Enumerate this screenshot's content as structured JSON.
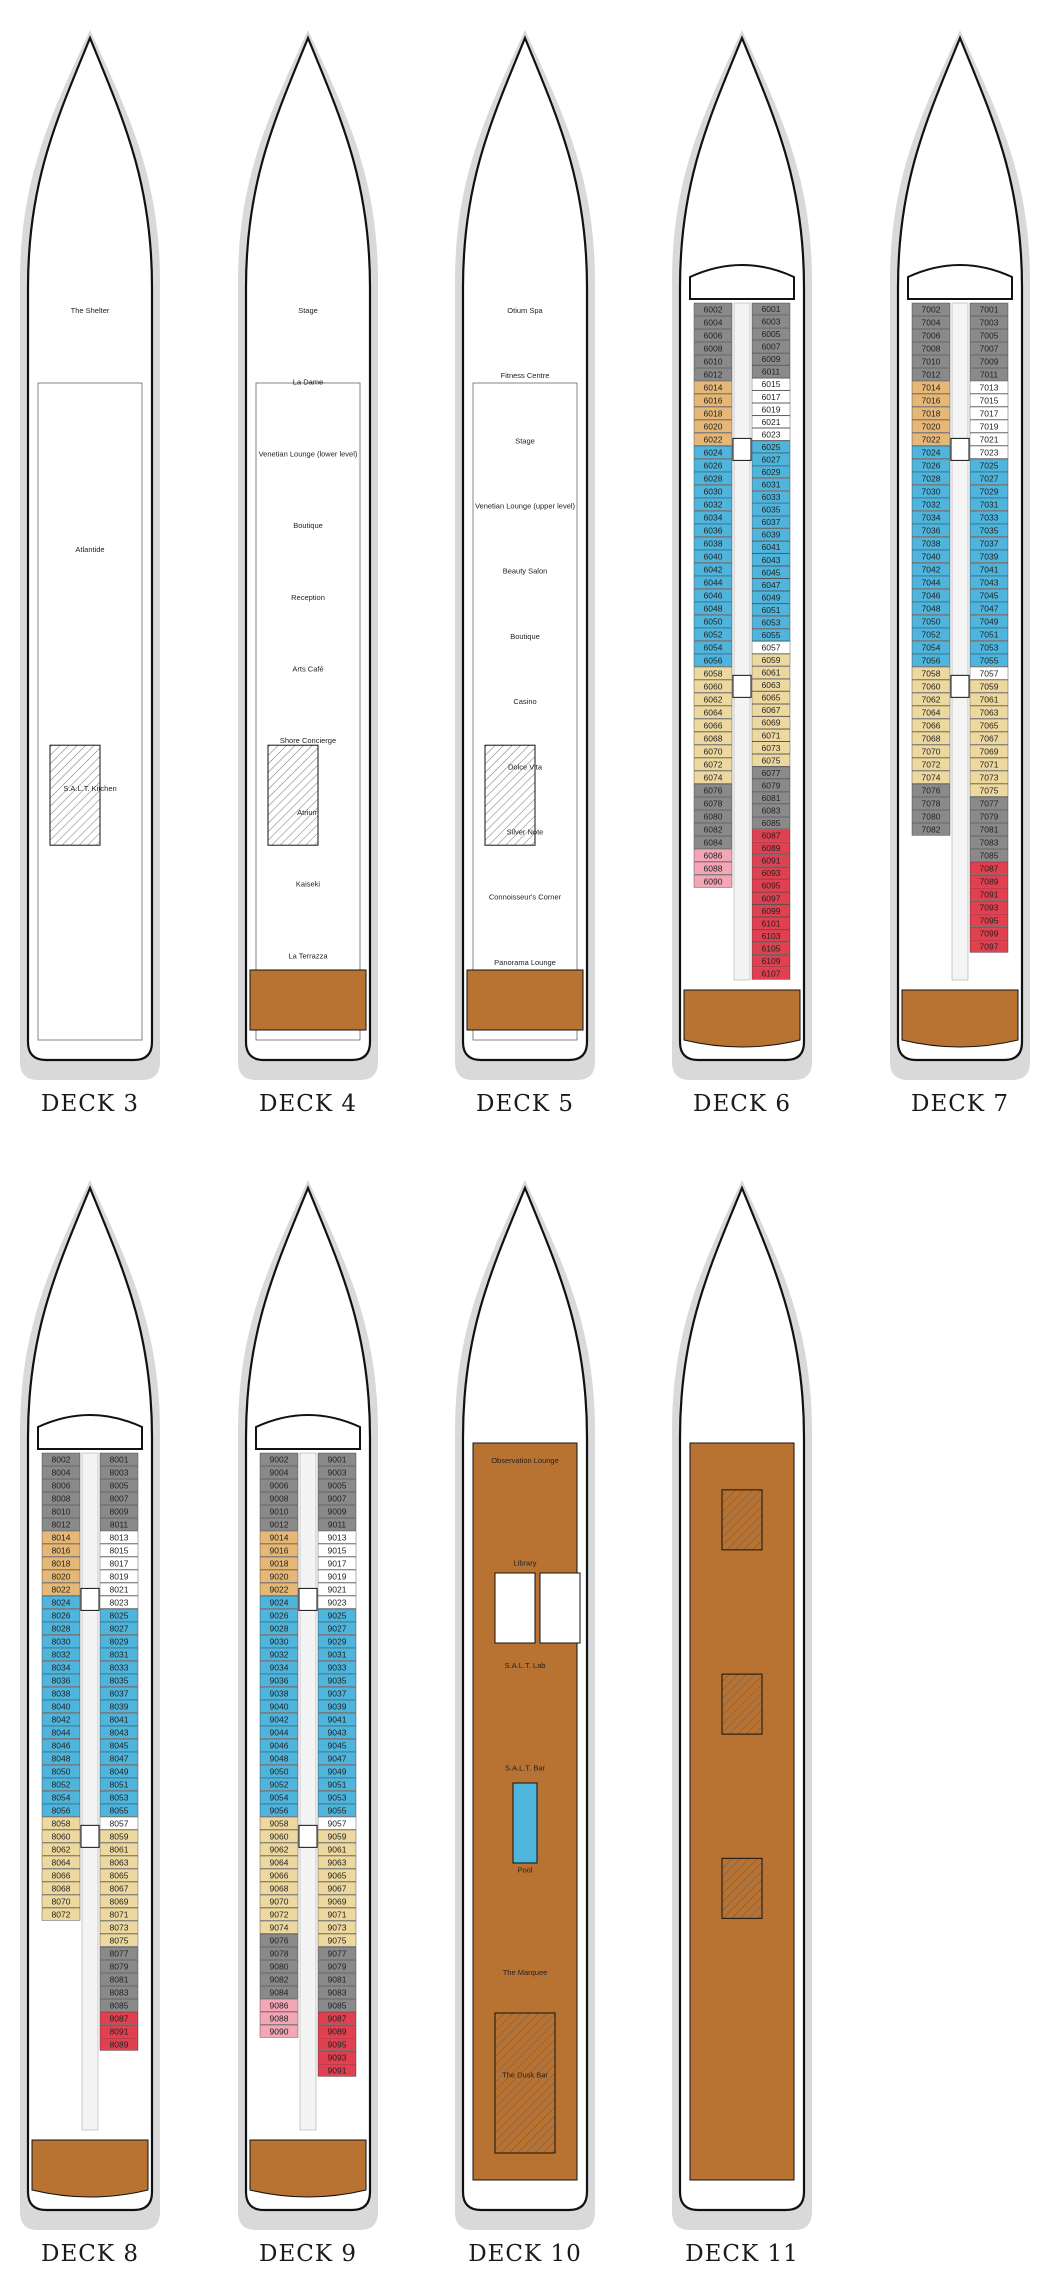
{
  "colors": {
    "hull_shadow": "#d9d9d9",
    "outline": "#111111",
    "wood_deck": "#8a4a1e",
    "deck_floor": "#b87333",
    "veranda_suite": "#e6b877",
    "vista_suite": "#4fb5dc",
    "classic_veranda": "#ffffff",
    "silver_suite": "#8a8a8a",
    "medallion_suite": "#edd9a0",
    "superior_veranda": "#c7e39c",
    "deluxe_veranda": "#c9c0dc",
    "owners_suite": "#e04050",
    "royal_suite": "#f2a6b6",
    "grand_suite": "#3ab39b",
    "green_suite": "#6b7a4a",
    "service": "#cfe3f0"
  },
  "decks": [
    {
      "label": "DECK 3",
      "venues": [
        "The Shelter",
        "Atlantide",
        "S.A.L.T. Kitchen"
      ],
      "cabins": []
    },
    {
      "label": "DECK 4",
      "venues": [
        "Stage",
        "La Dame",
        "Venetian Lounge (lower level)",
        "Boutique",
        "Reception",
        "Arts Café",
        "Shore Concierge",
        "Atrium",
        "Kaiseki",
        "La Terrazza"
      ],
      "cabins": []
    },
    {
      "label": "DECK 5",
      "venues": [
        "Otium Spa",
        "Fitness Centre",
        "Stage",
        "Venetian Lounge (upper level)",
        "Beauty Salon",
        "Boutique",
        "Casino",
        "Dolce Vita",
        "Silver Note",
        "Connoisseur's Corner",
        "Panorama Lounge"
      ],
      "cabins": []
    },
    {
      "label": "DECK 6",
      "venues": [],
      "cabins": [
        "6002",
        "6001",
        "6004",
        "6003",
        "6006",
        "6005",
        "6008",
        "6007",
        "6010",
        "6009",
        "6012",
        "6011",
        "6015",
        "6017",
        "6019",
        "6014",
        "6021",
        "6016",
        "6023",
        "6018",
        "6025",
        "6027",
        "6029",
        "6020",
        "6031",
        "6033",
        "6022",
        "6035",
        "6037",
        "6039",
        "6041",
        "6043",
        "6024",
        "6045",
        "6026",
        "6047",
        "6028",
        "6049",
        "6030",
        "6051",
        "6032",
        "6053",
        "6034",
        "6055",
        "6036",
        "6057",
        "6038",
        "6059",
        "6040",
        "6061",
        "6042",
        "6063",
        "6044",
        "6065",
        "6046",
        "6067",
        "6048",
        "6069",
        "6050",
        "6071",
        "6052",
        "6073",
        "6054",
        "6075",
        "6056",
        "6077",
        "6079",
        "6081",
        "6083",
        "6085",
        "6058",
        "6087",
        "6060",
        "6089",
        "6062",
        "6091",
        "6064",
        "6093",
        "6066",
        "6095",
        "6068",
        "6097",
        "6070",
        "6099",
        "6072",
        "6101",
        "6103",
        "6074",
        "6105",
        "6076",
        "6078",
        "6080",
        "6082",
        "6084",
        "6086",
        "6088",
        "6090",
        "6109",
        "6107"
      ]
    },
    {
      "label": "DECK 7",
      "venues": [],
      "cabins": [
        "7002",
        "7001",
        "7004",
        "7003",
        "7006",
        "7005",
        "7008",
        "7007",
        "7009",
        "7011",
        "7013",
        "7010",
        "7015",
        "7012",
        "7017",
        "7019",
        "7014",
        "7021",
        "7016",
        "7023",
        "7018",
        "7025",
        "7027",
        "7029",
        "7031",
        "7033",
        "7020",
        "7035",
        "7022",
        "7037",
        "7024",
        "7039",
        "7026",
        "7041",
        "7028",
        "7043",
        "7030",
        "7045",
        "7032",
        "7047",
        "7034",
        "7049",
        "7036",
        "7051",
        "7038",
        "7053",
        "7040",
        "7055",
        "7042",
        "7057",
        "7044",
        "7059",
        "7046",
        "7061",
        "7048",
        "7063",
        "7050",
        "7065",
        "7067",
        "7069",
        "7071",
        "7073",
        "7075",
        "7052",
        "7077",
        "7054",
        "7079",
        "7056",
        "7081",
        "7058",
        "7083",
        "7060",
        "7085",
        "7062",
        "7087",
        "7064",
        "7089",
        "7066",
        "7091",
        "7093",
        "7068",
        "7095",
        "7070",
        "7072",
        "7074",
        "7076",
        "7078",
        "7080",
        "7082",
        "7099",
        "7097"
      ]
    },
    {
      "label": "DECK 8",
      "venues": [],
      "cabins": [
        "8002",
        "8001",
        "8003",
        "8005",
        "8007",
        "8009",
        "8011",
        "8004",
        "8013",
        "8006",
        "8015",
        "8008",
        "8017",
        "8010",
        "8019",
        "8012",
        "8021",
        "8023",
        "8025",
        "8027",
        "8029",
        "8014",
        "8031",
        "8016",
        "8033",
        "8018",
        "8035",
        "8020",
        "8037",
        "8022",
        "8039",
        "8024",
        "8041",
        "8026",
        "8043",
        "8028",
        "8045",
        "8030",
        "8047",
        "8032",
        "8049",
        "8034",
        "8051",
        "8036",
        "8053",
        "8038",
        "8055",
        "8040",
        "8057",
        "8059",
        "8061",
        "8063",
        "8065",
        "8042",
        "8067",
        "8044",
        "8069",
        "8046",
        "8071",
        "8048",
        "8073",
        "8050",
        "8075",
        "8052",
        "8077",
        "8054",
        "8079",
        "8056",
        "8081",
        "8058",
        "8083",
        "8060",
        "8085",
        "8062",
        "8087",
        "8064",
        "8066",
        "8068",
        "8070",
        "8072",
        "8091",
        "8089"
      ]
    },
    {
      "label": "DECK 9",
      "venues": [],
      "cabins": [
        "9002",
        "9001",
        "9004",
        "9003",
        "9006",
        "9005",
        "9007",
        "9009",
        "9011",
        "9013",
        "9015",
        "9008",
        "9017",
        "9010",
        "9019",
        "9012",
        "9021",
        "9014",
        "9023",
        "9016",
        "9025",
        "9018",
        "9027",
        "9020",
        "9029",
        "9022",
        "9031",
        "9024",
        "9033",
        "9035",
        "9037",
        "9039",
        "9026",
        "9041",
        "9028",
        "9043",
        "9030",
        "9045",
        "9032",
        "9047",
        "9034",
        "9049",
        "9036",
        "9051",
        "9038",
        "9053",
        "9040",
        "9055",
        "9042",
        "9057",
        "9044",
        "9059",
        "9046",
        "9061",
        "9048",
        "9063",
        "9050",
        "9065",
        "9052",
        "9067",
        "9054",
        "9069",
        "9056",
        "9071",
        "9058",
        "9073",
        "9060",
        "9075",
        "9062",
        "9077",
        "9064",
        "9079",
        "9066",
        "9081",
        "9068",
        "9083",
        "9070",
        "9085",
        "9072",
        "9087",
        "9074",
        "9089",
        "9076",
        "9078",
        "9080",
        "9082",
        "9084",
        "9086",
        "9088",
        "9090",
        "9095",
        "9093",
        "9091"
      ]
    },
    {
      "label": "DECK 10",
      "venues": [
        "Observation Lounge",
        "Library",
        "S.A.L.T. Lab",
        "S.A.L.T. Bar",
        "Pool",
        "The Marquee",
        "The Dusk Bar"
      ],
      "cabins": []
    },
    {
      "label": "DECK 11",
      "venues": [],
      "cabins": []
    }
  ]
}
